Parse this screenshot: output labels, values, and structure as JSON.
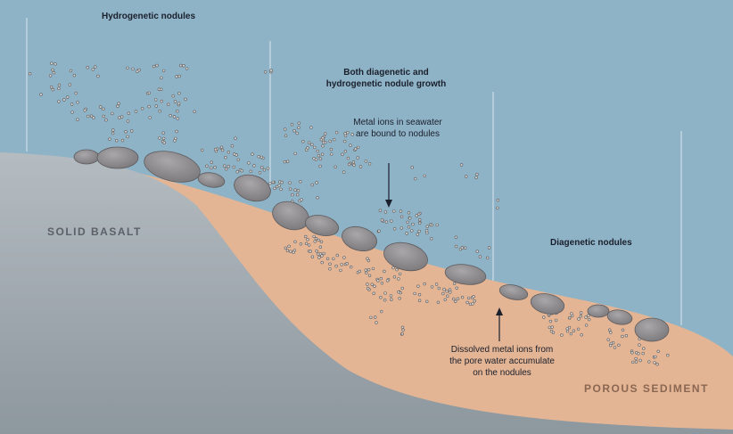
{
  "labels": {
    "hydrogenetic": "Hydrogenetic nodules",
    "both_line1": "Both diagenetic and",
    "both_line2": "hydrogenetic nodule growth",
    "seawater_line1": "Metal ions in seawater",
    "seawater_line2": "are bound to nodules",
    "diagenetic": "Diagenetic nodules",
    "pore_line1": "Dissolved metal ions from",
    "pore_line2": "the pore water accumulate",
    "pore_line3": "on the nodules",
    "solid_basalt": "SOLID BASALT",
    "porous_sediment": "POROUS SEDIMENT"
  },
  "colors": {
    "seawater": "#8fb3c6",
    "basalt": "#a9b2b7",
    "sediment": "#e4b594",
    "nodule": "#8c8a8c",
    "label_text": "#1a1f2c",
    "basalt_text": "#5b6166",
    "sediment_text": "#8a6752"
  }
}
